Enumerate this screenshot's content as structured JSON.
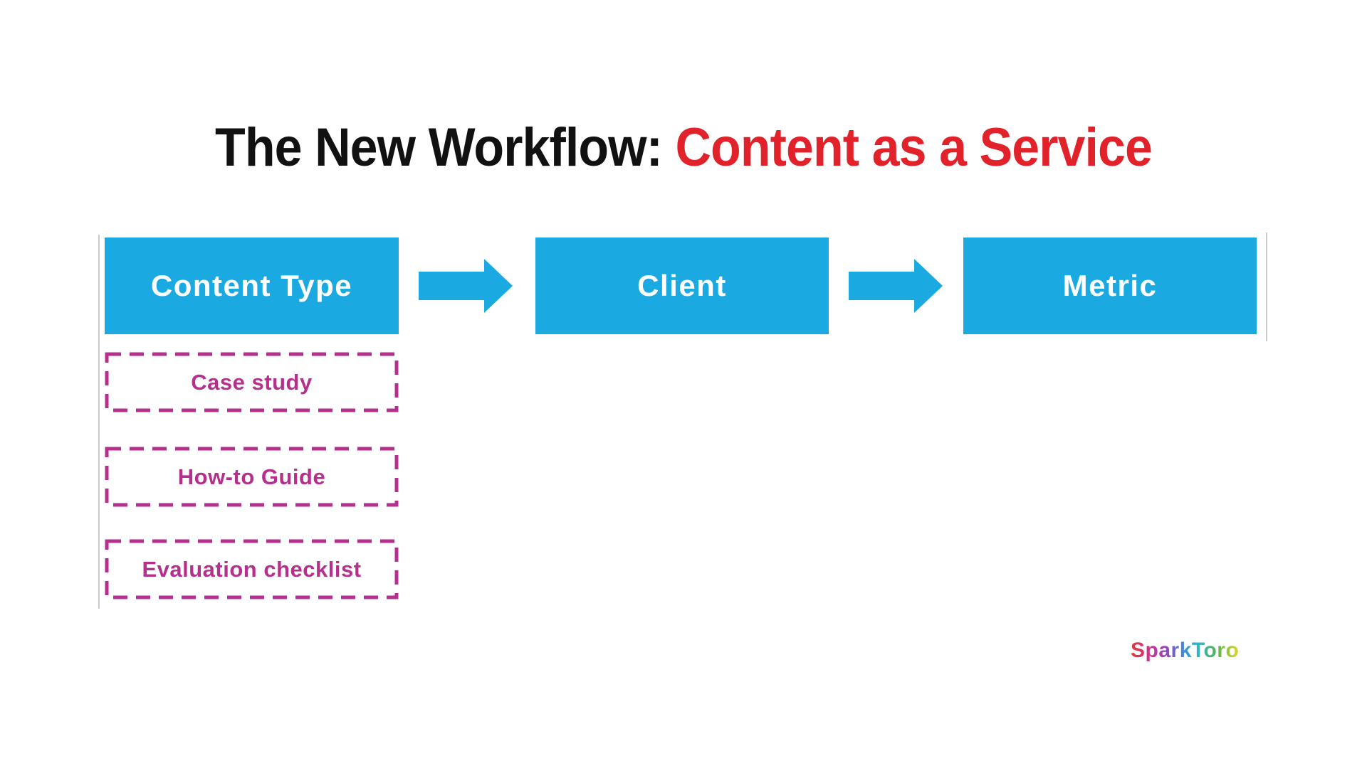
{
  "slide": {
    "title": {
      "prefix": "The New Workflow: ",
      "highlight": "Content as a Service"
    },
    "flow_boxes": [
      {
        "label": "Content Type"
      },
      {
        "label": "Client"
      },
      {
        "label": "Metric"
      }
    ],
    "content_type_options": [
      {
        "label": "Case study"
      },
      {
        "label": "How-to Guide"
      },
      {
        "label": "Evaluation checklist"
      }
    ]
  },
  "branding": {
    "logo_text": "SparkToro"
  },
  "colors": {
    "flow_blue": "#1aa9e0",
    "option_pink": "#b5308c",
    "title_red": "#e2222a",
    "rule_gray": "#cbcbcb"
  }
}
